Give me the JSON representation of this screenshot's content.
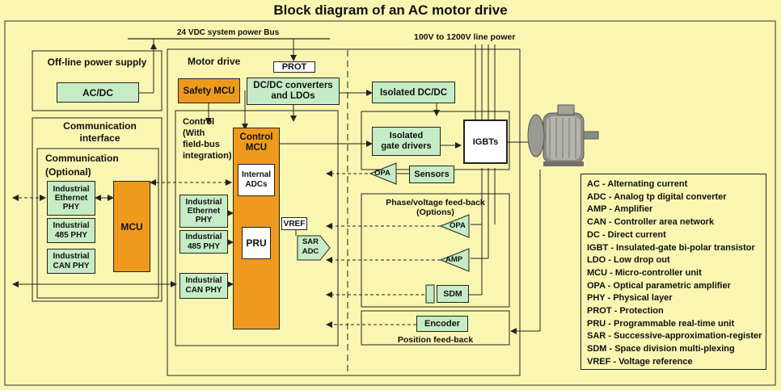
{
  "title": "Block diagram of an AC motor drive",
  "power_bus": "24 VDC system power Bus",
  "line_power": "100V to 1200V line power",
  "sections": {
    "offline": "Off-line power supply",
    "comm_interface": "Communication interface",
    "comm_optional": "Communication\n(Optional)",
    "motor_drive": "Motor drive",
    "control": "Control\n(With\nfield-bus\nintegration)",
    "phase_feedback": "Phase/voltage feed-back\n(Options)",
    "position_feedback": "Position feed-back"
  },
  "blocks": {
    "acdc": "AC/DC",
    "eth1": "Industrial\nEthernet\nPHY",
    "r485_1": "Industrial\n485 PHY",
    "can1": "Industrial\nCAN PHY",
    "mcu": "MCU",
    "safety_mcu": "Safety MCU",
    "prot": "PROT",
    "dcdc": "DC/DC converters\nand LDOs",
    "iso_dcdc": "Isolated DC/DC",
    "control_mcu": "Control\nMCU",
    "internal_adcs": "Internal\nADCs",
    "eth2": "Industrial\nEthernet\nPHY",
    "r485_2": "Industrial\n485 PHY",
    "pru": "PRU",
    "can2": "Industrial\nCAN PHY",
    "vref": "VREF",
    "sar_adc": "SAR\nADC",
    "iso_gate": "Isolated\ngate drivers",
    "igbts": "IGBTs",
    "opa1": "OPA",
    "sensors": "Sensors",
    "opa2": "OPA",
    "amp": "AMP",
    "sdm": "SDM",
    "encoder": "Encoder"
  },
  "legend": [
    "AC - Alternating current",
    "ADC - Analog tp digital converter",
    "AMP - Amplifier",
    "CAN - Controller area network",
    "DC - Direct current",
    "IGBT - Insulated-gate bi-polar transistor",
    "LDO - Low drop out",
    "MCU - Micro-controller unit",
    "OPA - Optical parametric amplifier",
    "PHY - Physical layer",
    "PROT - Protection",
    "PRU - Programmable real-time unit",
    "SAR - Successive-approximation-register",
    "SDM - Space division multi-plexing",
    "VREF - Voltage reference"
  ],
  "colors": {
    "background": "#f9f6b1",
    "green_block": "#c6ecc6",
    "orange_block": "#ee9a1f",
    "line": "#222222"
  }
}
